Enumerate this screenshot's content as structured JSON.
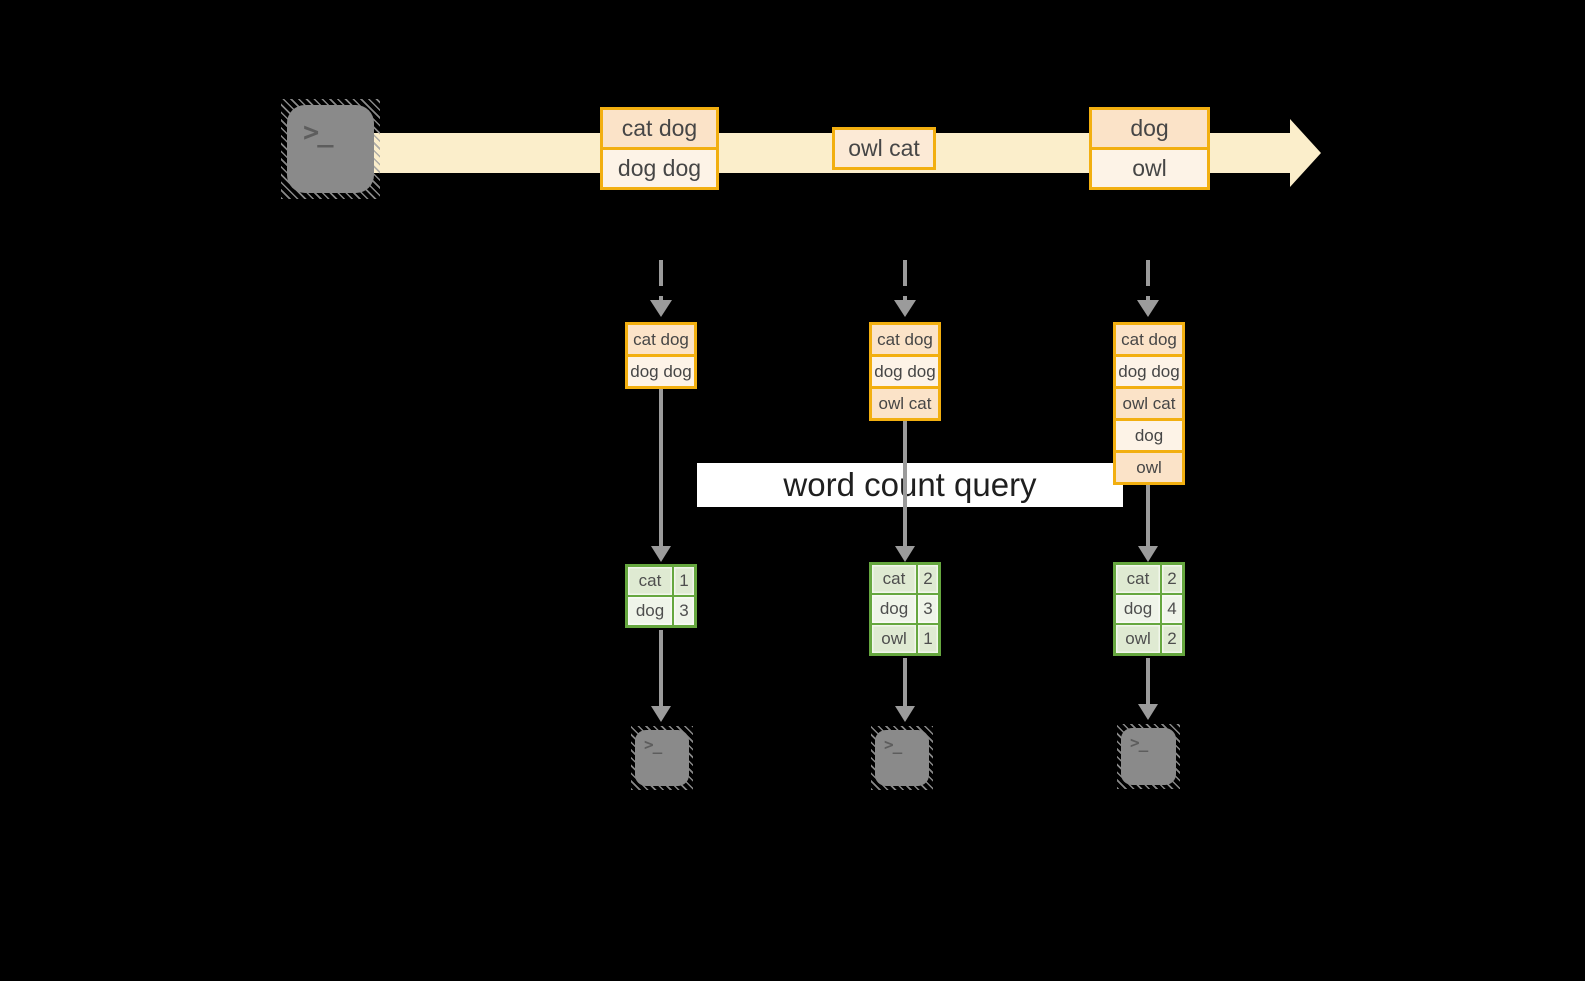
{
  "diagram": {
    "query_label": "word count query",
    "terminal_glyph": ">_"
  },
  "colors": {
    "background": "#000000",
    "stream_fill": "#fbeecb",
    "event_border": "#f2af10",
    "event_fill_dark": "#fbe3c8",
    "event_fill_light": "#fdf3e7",
    "count_table_border": "#66a73f",
    "count_cell_dark": "#dfead2",
    "count_cell_light": "#eff4e9",
    "arrow_gray": "#9b9b9b",
    "terminal_gray": "#8a8a8a",
    "query_box_bg": "#ffffff"
  },
  "stream": {
    "boxes": [
      {
        "rows": [
          "cat dog",
          "dog dog"
        ]
      },
      {
        "rows": [
          "owl cat"
        ]
      },
      {
        "rows": [
          "dog",
          "owl"
        ]
      }
    ]
  },
  "columns": [
    {
      "events": [
        "cat dog",
        "dog dog"
      ],
      "counts": [
        {
          "word": "cat",
          "count": "1"
        },
        {
          "word": "dog",
          "count": "3"
        }
      ]
    },
    {
      "events": [
        "cat dog",
        "dog dog",
        "owl cat"
      ],
      "counts": [
        {
          "word": "cat",
          "count": "2"
        },
        {
          "word": "dog",
          "count": "3"
        },
        {
          "word": "owl",
          "count": "1"
        }
      ]
    },
    {
      "events": [
        "cat dog",
        "dog dog",
        "owl cat",
        "dog",
        "owl"
      ],
      "counts": [
        {
          "word": "cat",
          "count": "2"
        },
        {
          "word": "dog",
          "count": "4"
        },
        {
          "word": "owl",
          "count": "2"
        }
      ]
    }
  ]
}
